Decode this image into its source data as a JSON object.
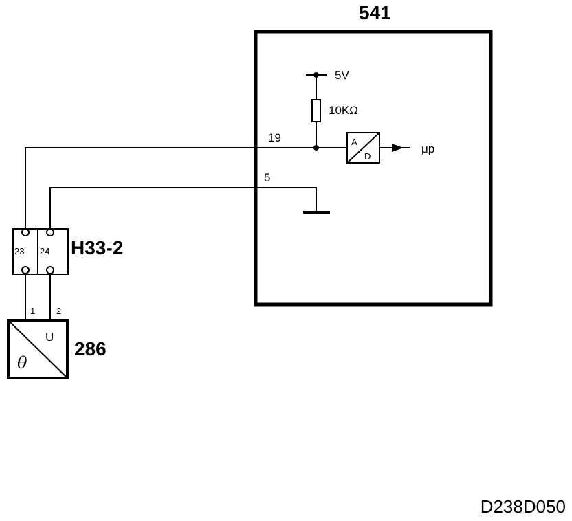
{
  "module": {
    "id": "541"
  },
  "supply": {
    "voltage": "5V",
    "resistor": "10KΩ"
  },
  "pins": {
    "signal": "19",
    "ground": "5"
  },
  "converter": {
    "in_label": "A",
    "out_label": "D",
    "output": "μp"
  },
  "connector": {
    "id": "H33-2",
    "pin_a": "23",
    "pin_b": "24"
  },
  "sensor": {
    "id": "286",
    "pin1": "1",
    "pin2": "2",
    "out_symbol": "U",
    "in_symbol": "θ"
  },
  "figure_ref": "D238D050"
}
